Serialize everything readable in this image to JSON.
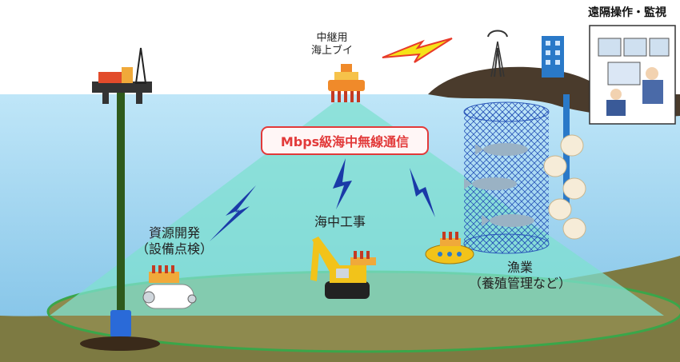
{
  "labels": {
    "remote_ops": "遠隔操作・監視",
    "relay_buoy_line1": "中継用",
    "relay_buoy_line2": "海上ブイ",
    "headline": "Mbps級海中無線通信",
    "resource_dev_line1": "資源開発",
    "resource_dev_line2": "（設備点検）",
    "underwater_construction": "海中工事",
    "fishery_line1": "漁業",
    "fishery_line2": "（養殖管理など）"
  },
  "colors": {
    "sea": "#9fd3ef",
    "beam": "#7fe0d0",
    "seafloor": "#8a8a4a",
    "lightning_yellow": "#f5e218",
    "lightning_red": "#e83a2a",
    "signal_blue": "#1a3aa8",
    "headline_red": "#e23a3a",
    "pipe_green": "#2e5a1c",
    "net_blue": "#2a56b8"
  }
}
